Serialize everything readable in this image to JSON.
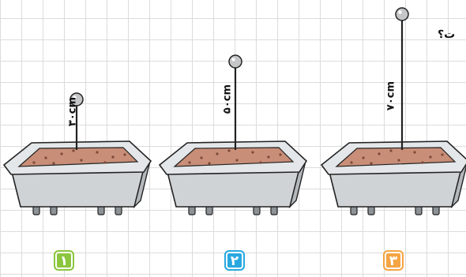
{
  "question_fragment": "ت؟",
  "pots": [
    {
      "number": "۱",
      "height_label": "۳۰cm",
      "badge_color": "#8cc63f"
    },
    {
      "number": "۲",
      "height_label": "۵۰cm",
      "badge_color": "#29a8e0"
    },
    {
      "number": "۳",
      "height_label": "۷۰cm",
      "badge_color": "#f5a544"
    }
  ],
  "colors": {
    "pot_body": "#cfd3d6",
    "pot_rim": "#e4e7e9",
    "soil": "#c98e78",
    "ball": "#c4c6c8",
    "outline": "#222222"
  }
}
